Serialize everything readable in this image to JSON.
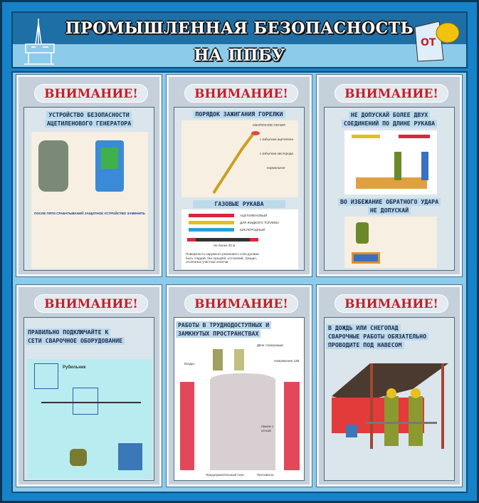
{
  "header": {
    "title_line1": "ПРОМЫШЛЕННАЯ БЕЗОПАСНОСТЬ",
    "title_line2": "НА ППБУ",
    "badge": "ОТ"
  },
  "panels": [
    {
      "warning": "ВНИМАНИЕ!",
      "heading": [
        "УСТРОЙСТВО БЕЗОПАСНОСТИ",
        "АЦЕТИЛЕНОВОГО ГЕНЕРАТОРА"
      ],
      "note": "ПОСЛЕ ПЯТИ СРАБАТЫВАНИЙ ЗАЩИТНОЕ УСТРОЙСТВО ЗАМЕНИТЬ"
    },
    {
      "warning": "ВНИМАНИЕ!",
      "heading": [
        "ПОРЯДОК ЗАЖИГАНИЯ ГОРЕЛКИ"
      ],
      "flame_label": "СВАРОЧНОЕ ПЛАМЯ",
      "flames": [
        "с избытком ацетилена",
        "с избытком кислорода",
        "нормальное"
      ],
      "subheading": "ГАЗОВЫЕ РУКАВА",
      "hoses": [
        "АЦЕТИЛЕНОВЫЙ",
        "ДЛЯ ЖИДКОГО ТОПЛИВА",
        "КИСЛОРОДНЫЙ"
      ],
      "length_note": "Не более 20 м",
      "surface_note": "Поверхность наружного резинового слоя должна быть гладкой, без пузырей, отслоений, трещин, оголенных участков оплетки"
    },
    {
      "warning": "ВНИМАНИЕ!",
      "heading": [
        "НЕ ДОПУСКАЙ БОЛЕЕ ДВУХ",
        "СОЕДИНЕНИЙ ПО ДЛИНЕ РУКАВА"
      ],
      "subheading": [
        "ВО ИЗБЕЖАНИЕ ОБРАТНОГО УДАРА",
        "НЕ ДОПУСКАЙ"
      ]
    },
    {
      "warning": "ВНИМАНИЕ!",
      "heading": [
        "ПРАВИЛЬНО ПОДКЛЮЧАЙТЕ К",
        "СЕТИ СВАРОЧНОЕ ОБОРУДОВАНИЕ"
      ],
      "switch_label": "Рубильник"
    },
    {
      "warning": "ВНИМАНИЕ!",
      "heading": [
        "РАБОТЫ В ТРУДНОДОСТУПНЫХ И",
        "ЗАМКНУТЫХ ПРОСТРАНСТВАХ"
      ],
      "labels": [
        "Двое страхующих",
        "Воздух",
        "Напряжение 12В",
        "Лампа с сеткой",
        "Предохранительный пояс",
        "Противогаз"
      ]
    },
    {
      "warning": "ВНИМАНИЕ!",
      "heading": [
        "В ДОЖДЬ ИЛИ СНЕГОПАД",
        "СВАРОЧНЫЕ РАБОТЫ ОБЯЗАТЕЛЬНО",
        "ПРОВОДИТЕ ПОД НАВЕСОМ"
      ]
    }
  ],
  "colors": {
    "frame": "#1682c8",
    "warning": "#c4202a",
    "board": "#8ccbec"
  }
}
